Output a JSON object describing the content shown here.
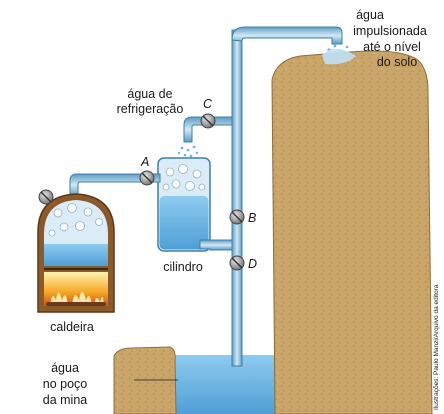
{
  "labels": {
    "boiler": "caldeira",
    "cylinder": "cilindro",
    "cooling_line1": "água de",
    "cooling_line2": "refrigeração",
    "pumped_line1": "água",
    "pumped_line2": "impulsionada",
    "pumped_line3": "até o nível",
    "pumped_line4": "do solo",
    "mine_line1": "água",
    "mine_line2": "no poço",
    "mine_line3": "da mina"
  },
  "valves": {
    "a": "A",
    "b": "B",
    "c": "C",
    "d": "D"
  },
  "credit": "Ilustrações: Paulo Manzi/Arquivo da editora",
  "colors": {
    "pipe": "#a9cfe6",
    "pipe_edge": "#3f7fa6",
    "water": "#6fb6e4",
    "tank_glass": "#dcecf6",
    "boiler_body": "#8a5a2b",
    "rock": "#c9a56a",
    "valve": "#8d8d8d",
    "fire": "#f5a623"
  }
}
